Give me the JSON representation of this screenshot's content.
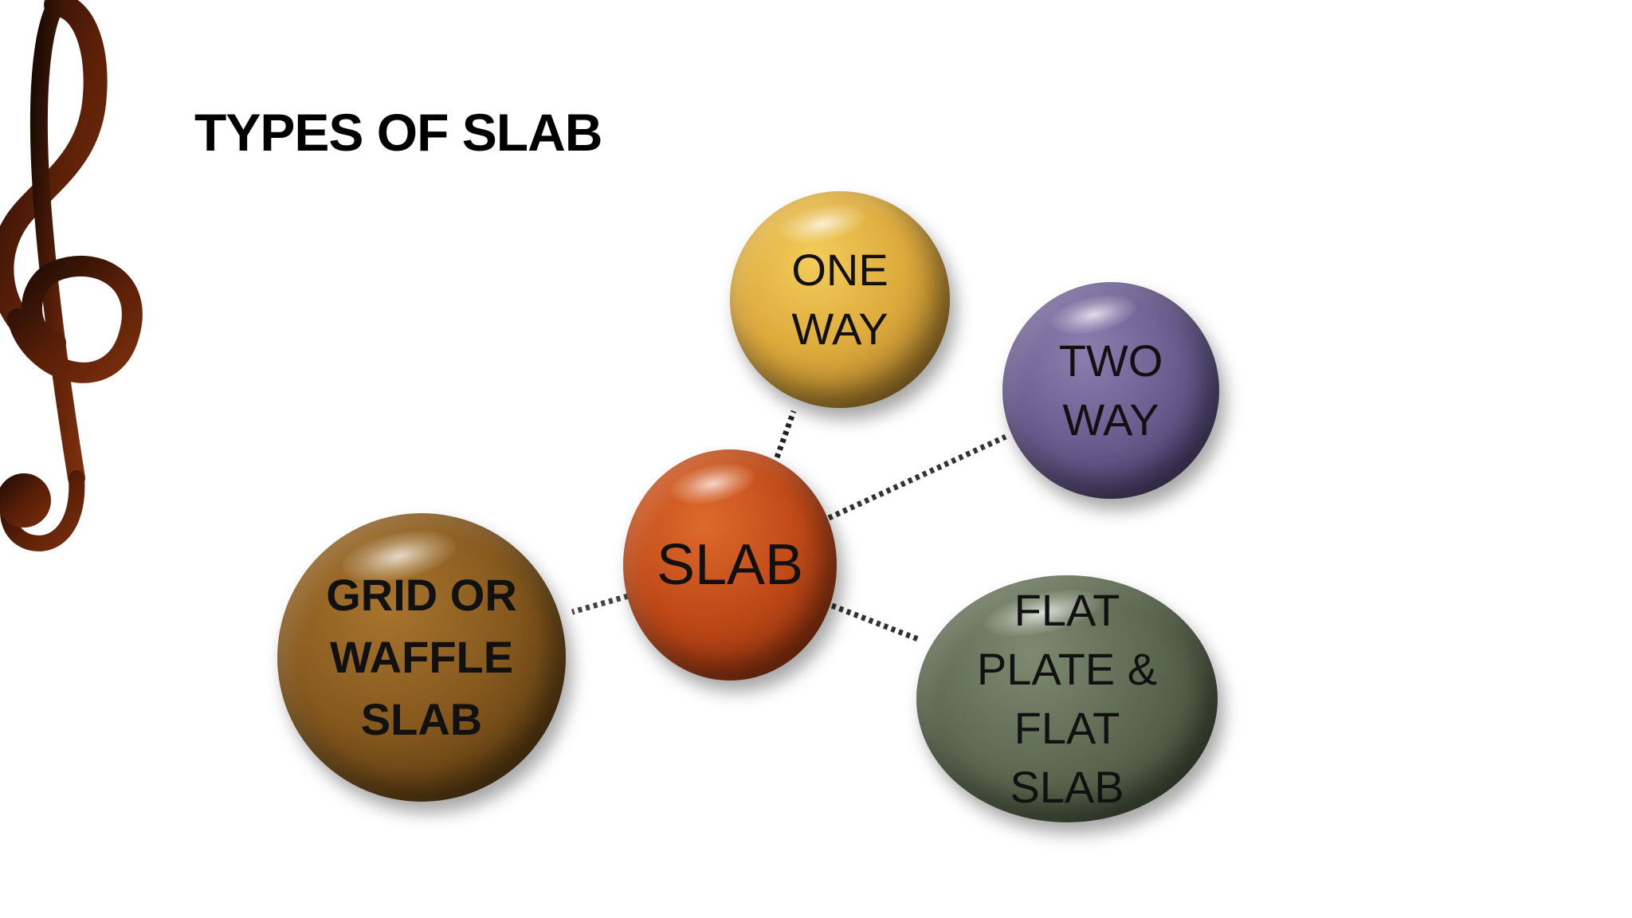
{
  "slide": {
    "title": "TYPES OF SLAB"
  },
  "diagram": {
    "center": "SLAB",
    "nodes": {
      "one_way": "ONE\nWAY",
      "two_way": "TWO\nWAY",
      "grid": "GRID OR\nWAFFLE\nSLAB",
      "flat": "FLAT\nPLATE &\nFLAT\nSLAB"
    }
  },
  "decoration": {
    "icon": "treble-clef-icon",
    "color": "#5a1f08"
  },
  "colors": {
    "one_way": "#ddaa3c",
    "two_way": "#6a5e90",
    "slab": "#c14a18",
    "grid": "#87591e",
    "flat": "#5e6b52"
  }
}
